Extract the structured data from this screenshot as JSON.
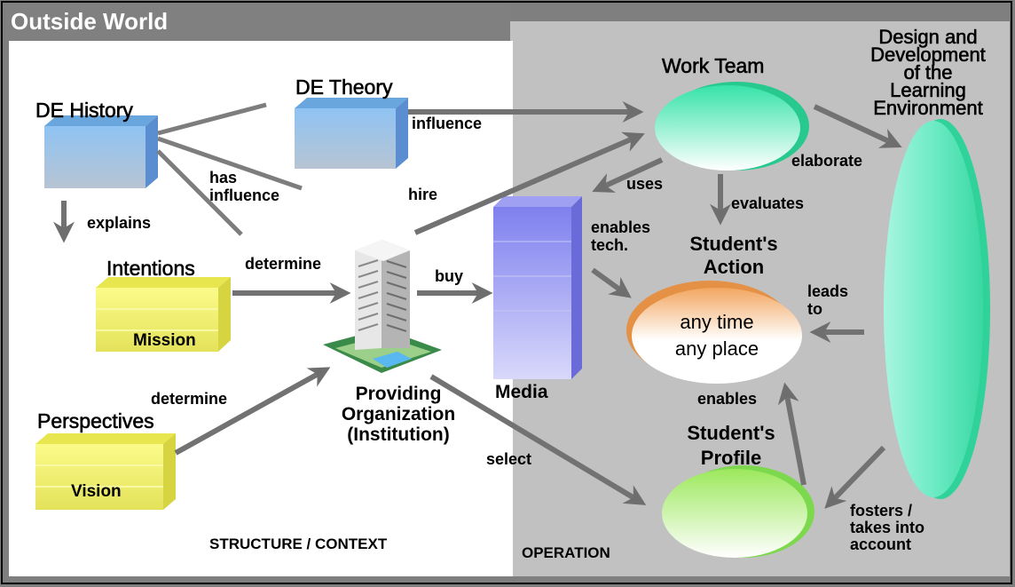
{
  "outside_world": "Outside World",
  "nodes": {
    "de_history": "DE History",
    "de_theory": "DE Theory",
    "intentions": "Intentions",
    "mission": "Mission",
    "perspectives": "Perspectives",
    "vision": "Vision",
    "providing_org": [
      "Providing",
      "Organization",
      "(Institution)"
    ],
    "media": "Media",
    "work_team": "Work Team",
    "design_dev": [
      "Design and",
      "Development",
      "of the",
      "Learning",
      "Environment"
    ],
    "students_action": [
      "Student's",
      "Action"
    ],
    "any_time": [
      "any time",
      "any place"
    ],
    "students_profile": [
      "Student's",
      "Profile"
    ]
  },
  "edges": {
    "influence": "influence",
    "has_influence": [
      "has",
      "influence"
    ],
    "explains": "explains",
    "hire": "hire",
    "determine_1": "determine",
    "determine_2": "determine",
    "buy": "buy",
    "uses": "uses",
    "evaluates": "evaluates",
    "elaborate": "elaborate",
    "enables_tech": [
      "enables",
      "tech."
    ],
    "leads_to": [
      "leads",
      "to"
    ],
    "enables": "enables",
    "select": "select",
    "fosters": [
      "fosters /",
      "takes into",
      "account"
    ]
  },
  "sections": {
    "structure": "STRUCTURE / CONTEXT",
    "operation": "OPERATION"
  },
  "colors": {
    "frame": "#7f7f7f",
    "operation_bg": "#c1c1c1",
    "box_blue": "#9ec6ee",
    "box_yellow": "#f4f271",
    "media_purple": "#8c8cf0",
    "ellipse_teal": "#4ee7b8",
    "ellipse_orange": "#f5b070",
    "ellipse_green": "#a6ec6c",
    "arrow": "#707070"
  }
}
